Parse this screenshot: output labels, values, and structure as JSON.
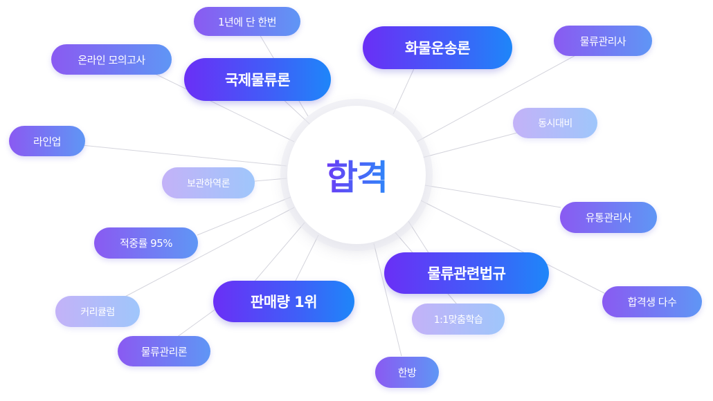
{
  "center": {
    "label": "합격"
  },
  "nodes": {
    "once_a_year": "1년에 단 한번",
    "online_mock_exam": "온라인 모의고사",
    "international_logistics": "국제물류론",
    "freight_transport": "화물운송론",
    "logistics_manager_top": "물류관리사",
    "simultaneous_prep": "동시대비",
    "lineup": "라인업",
    "storage_handling": "보관하역론",
    "distribution_manager": "유통관리사",
    "hit_rate": "적중률 95%",
    "logistics_law": "물류관련법규",
    "many_passers": "합격생 다수",
    "curriculum": "커리큘럼",
    "sales_rank": "판매량 1위",
    "one_on_one": "1:1맞춤학습",
    "logistics_management": "물류관리론",
    "hanbang": "한방"
  }
}
